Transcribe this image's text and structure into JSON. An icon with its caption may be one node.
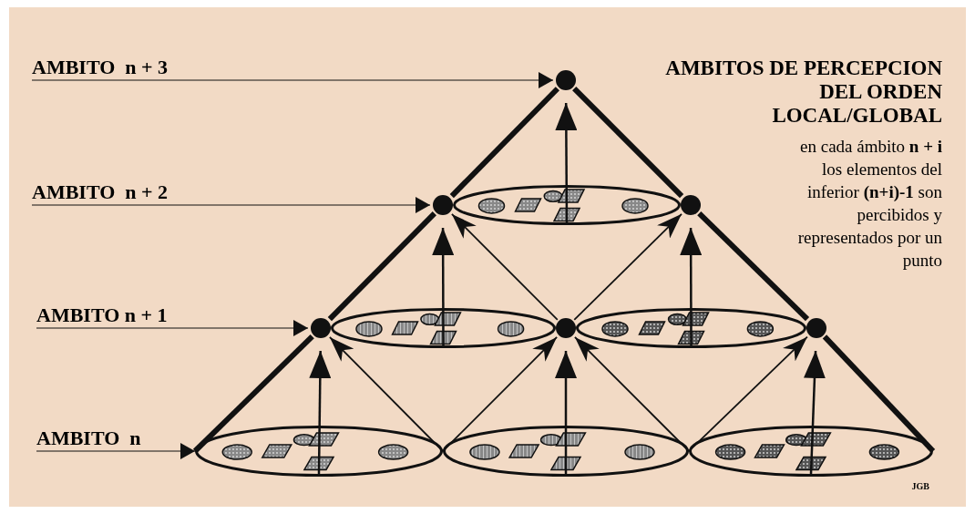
{
  "diagram": {
    "title": "AMBITOS DE PERCEPCION DEL ORDEN LOCAL/GLOBAL",
    "nodes": [
      {
        "text": [
          "AMBITO  n + 3"
        ]
      },
      {
        "text": [
          "AMBITO  n + 2"
        ]
      },
      {
        "text": [
          "AMBITO n + 1"
        ]
      },
      {
        "text": [
          "AMBITO  n"
        ]
      },
      {
        "text": [],
        "shape": "circle"
      },
      {
        "text": [],
        "shape": "circle"
      },
      {
        "text": [],
        "shape": "circle"
      },
      {
        "text": [],
        "shape": "circle"
      },
      {
        "text": [],
        "shape": "circle"
      },
      {
        "text": [],
        "shape": "circle"
      },
      {
        "text": [],
        "shape": "ellipse"
      },
      {
        "text": [],
        "shape": "ellipse"
      },
      {
        "text": [],
        "shape": "ellipse"
      },
      {
        "text": [],
        "shape": "ellipse"
      },
      {
        "text": [],
        "shape": "ellipse"
      },
      {
        "text": [],
        "shape": "ellipse"
      }
    ],
    "edges": [
      {
        "from": 0,
        "to": 4,
        "arrow": "to"
      },
      {
        "from": 1,
        "to": 5,
        "arrow": "to"
      },
      {
        "from": 2,
        "to": 7,
        "arrow": "to"
      },
      {
        "from": 3,
        "to": 13,
        "arrow": "to"
      },
      {
        "from": 4,
        "to": 5,
        "arrow": "none",
        "style": "thick"
      },
      {
        "from": 4,
        "to": 6,
        "arrow": "none",
        "style": "thick"
      },
      {
        "from": 5,
        "to": 7,
        "arrow": "none",
        "style": "thick"
      },
      {
        "from": 6,
        "to": 9,
        "arrow": "none",
        "style": "thick"
      },
      {
        "from": 7,
        "to": 13,
        "arrow": "none",
        "style": "thick"
      },
      {
        "from": 9,
        "to": 15,
        "arrow": "none",
        "style": "thick"
      },
      {
        "from": 10,
        "to": 4,
        "arrow": "to"
      },
      {
        "from": 11,
        "to": 5,
        "arrow": "to"
      },
      {
        "from": 12,
        "to": 6,
        "arrow": "to"
      },
      {
        "from": 13,
        "to": 7,
        "arrow": "to"
      },
      {
        "from": 14,
        "to": 8,
        "arrow": "to"
      },
      {
        "from": 15,
        "to": 9,
        "arrow": "to"
      },
      {
        "from": 8,
        "to": 5,
        "arrow": "to"
      },
      {
        "from": 8,
        "to": 6,
        "arrow": "to"
      },
      {
        "from": 13,
        "to": 7,
        "arrow": "to"
      },
      {
        "from": 14,
        "to": 8,
        "arrow": "to"
      },
      {
        "from": 14,
        "to": 8,
        "arrow": "to"
      },
      {
        "from": 15,
        "to": 9,
        "arrow": "to"
      }
    ],
    "labels": [
      "en cada ámbito **n + i** los elementos del inferior **(n+i)-1** son percibidos y representados por un punto",
      "JGB"
    ]
  }
}
